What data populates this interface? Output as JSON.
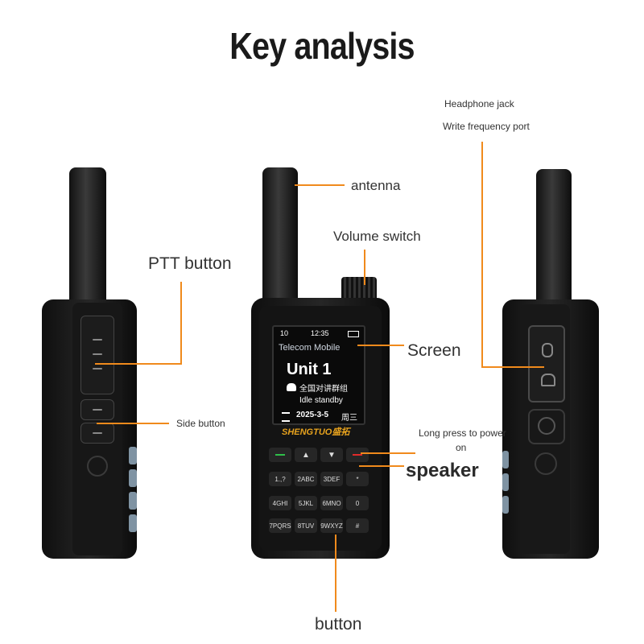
{
  "title": "Key analysis",
  "labels": {
    "headphone_jack": "Headphone jack",
    "write_port": "Write frequency port",
    "antenna": "antenna",
    "volume_switch": "Volume switch",
    "ptt_button": "PTT button",
    "screen": "Screen",
    "side_button": "Side button",
    "long_press": "Long press to power",
    "long_press_2": "on",
    "speaker": "speaker",
    "button": "button"
  },
  "screen": {
    "time": "12:35",
    "signal": "10",
    "network": "Telecom Mobile",
    "unit": "Unit 1",
    "group": "全国对讲群组",
    "status": "Idle standby",
    "date": "2025-3-5",
    "weekday": "周三"
  },
  "brand": "SHENGTUO",
  "brand_cn": "盛拓",
  "keys": [
    "1.,?",
    "2ABC",
    "3DEF",
    "*",
    "4GHI",
    "5JKL",
    "6MNO",
    "0",
    "7PQRS",
    "8TUV",
    "9WXYZ",
    "#"
  ],
  "colors": {
    "accent_line": "#f08a1c",
    "grip": "#7f93a3"
  }
}
